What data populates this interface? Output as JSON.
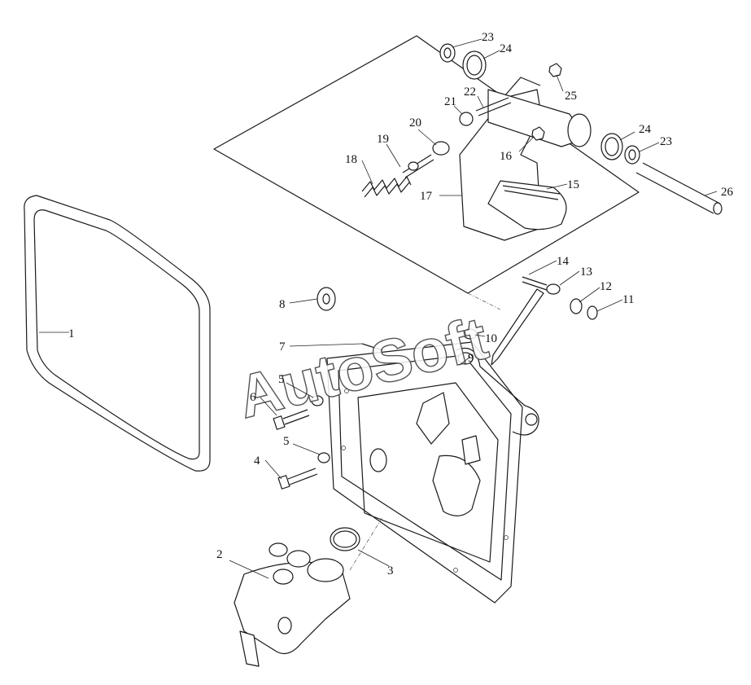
{
  "watermark": "AutoSoft",
  "callouts": [
    {
      "id": "1",
      "label": "1"
    },
    {
      "id": "2",
      "label": "2"
    },
    {
      "id": "3",
      "label": "3"
    },
    {
      "id": "4",
      "label": "4"
    },
    {
      "id": "5a",
      "label": "5"
    },
    {
      "id": "5b",
      "label": "5"
    },
    {
      "id": "6",
      "label": "6"
    },
    {
      "id": "7",
      "label": "7"
    },
    {
      "id": "8",
      "label": "8"
    },
    {
      "id": "9",
      "label": "9"
    },
    {
      "id": "10",
      "label": "10"
    },
    {
      "id": "11",
      "label": "11"
    },
    {
      "id": "12",
      "label": "12"
    },
    {
      "id": "13",
      "label": "13"
    },
    {
      "id": "14",
      "label": "14"
    },
    {
      "id": "15",
      "label": "15"
    },
    {
      "id": "16",
      "label": "16"
    },
    {
      "id": "17",
      "label": "17"
    },
    {
      "id": "18",
      "label": "18"
    },
    {
      "id": "19",
      "label": "19"
    },
    {
      "id": "20",
      "label": "20"
    },
    {
      "id": "21",
      "label": "21"
    },
    {
      "id": "22",
      "label": "22"
    },
    {
      "id": "23a",
      "label": "23"
    },
    {
      "id": "23b",
      "label": "23"
    },
    {
      "id": "24a",
      "label": "24"
    },
    {
      "id": "24b",
      "label": "24"
    },
    {
      "id": "25",
      "label": "25"
    },
    {
      "id": "26",
      "label": "26"
    }
  ]
}
